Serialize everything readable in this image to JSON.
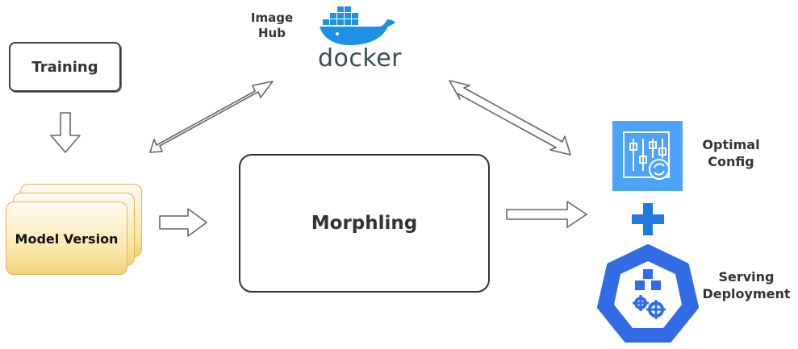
{
  "training": {
    "label": "Training"
  },
  "model_version": {
    "label": "Model Version"
  },
  "morphling": {
    "label": "Morphling"
  },
  "image_hub": {
    "label": "Image Hub",
    "docker": "docker"
  },
  "optimal_config": {
    "label": "Optimal Config"
  },
  "serving": {
    "label": "Serving Deployment"
  },
  "colors": {
    "docker_blue": "#1d91e6",
    "docker_text": "#384d54",
    "config_icon_bg": "#4da3f5",
    "plus_blue": "#1d7be0",
    "k8s_blue": "#326ce5",
    "card_yellow": "#fbe6a8"
  },
  "icons": [
    "docker-whale-icon",
    "config-sliders-icon",
    "plus-icon",
    "kubernetes-cubes-icon"
  ]
}
